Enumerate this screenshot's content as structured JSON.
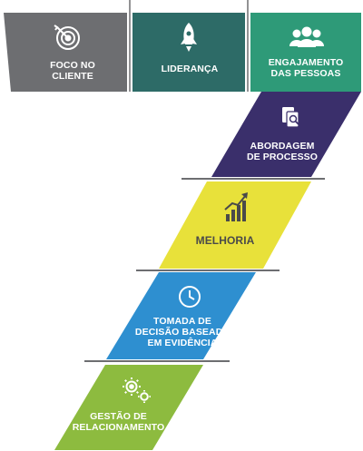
{
  "colors": {
    "foco": "#6d6e71",
    "lideranca": "#2d6b67",
    "engajamento": "#2e9a78",
    "abordagem": "#3a2f6b",
    "melhoria": "#e8e13a",
    "tomada": "#2e8fd0",
    "gestao": "#8dbb3f",
    "divider": "#6d6e71",
    "label": "#ffffff",
    "melhoria_label": "#4a4a4a"
  },
  "principles": [
    {
      "key": "foco",
      "label": "FOCO NO\nCLIENTE",
      "icon": "target-icon"
    },
    {
      "key": "lideranca",
      "label": "LIDERANÇA",
      "icon": "rocket-icon"
    },
    {
      "key": "engajamento",
      "label": "ENGAJAMENTO\nDAS PESSOAS",
      "icon": "people-icon"
    },
    {
      "key": "abordagem",
      "label": "ABORDAGEM\nDE PROCESSO",
      "icon": "process-document-icon"
    },
    {
      "key": "melhoria",
      "label": "MELHORIA",
      "icon": "bar-chart-growth-icon"
    },
    {
      "key": "tomada",
      "label": "TOMADA DE\nDECISÃO BASEADA\nEM EVIDÊNCIA",
      "icon": "clock-icon"
    },
    {
      "key": "gestao",
      "label": "GESTÃO DE\nRELACIONAMENTO",
      "icon": "gears-icon"
    }
  ]
}
